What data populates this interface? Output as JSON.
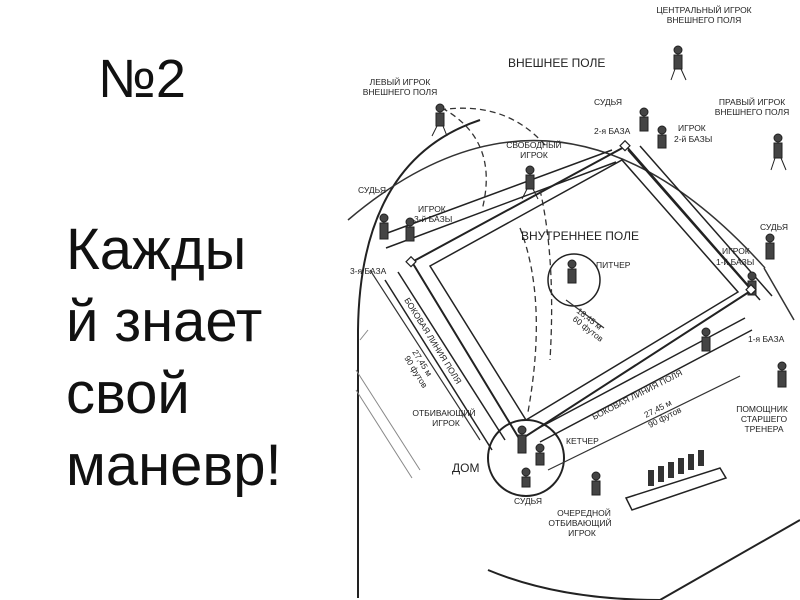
{
  "slide": {
    "number": "№2",
    "text_lines": [
      "Кажды",
      "й знает",
      "свой",
      "маневр!"
    ]
  },
  "diagram": {
    "outfield": "ВНЕШНЕЕ ПОЛЕ",
    "infield": "ВНУТРЕННЕЕ ПОЛЕ",
    "center_fielder": [
      "ЦЕНТРАЛЬНЫЙ ИГРОК",
      "ВНЕШНЕГО ПОЛЯ"
    ],
    "left_fielder": [
      "ЛЕВЫЙ ИГРОК",
      "ВНЕШНЕГО ПОЛЯ"
    ],
    "right_fielder": [
      "ПРАВЫЙ ИГРОК",
      "ВНЕШНЕГО ПОЛЯ"
    ],
    "umpire_top": "СУДЬЯ",
    "umpire_left": "СУДЬЯ",
    "umpire_right": "СУДЬЯ",
    "umpire_home": "СУДЬЯ",
    "second_baseman": [
      "ИГРОК",
      "2-й БАЗЫ"
    ],
    "second_base": "2-я БАЗА",
    "free_player": [
      "СВОБОДНЫЙ",
      "ИГРОК"
    ],
    "third_baseman": [
      "ИГРОК",
      "3-й БАЗЫ"
    ],
    "third_base": "3-я БАЗА",
    "first_baseman": [
      "ИГРОК",
      "1-й БАЗЫ"
    ],
    "first_base": "1-я БАЗА",
    "pitcher": "ПИТЧЕР",
    "pitch_distance": [
      "18,45 м",
      "60 футов"
    ],
    "foul_line_left": "БОКОВАЯ ЛИНИЯ ПОЛЯ",
    "foul_line_right": "БОКОВАЯ ЛИНИЯ ПОЛЯ",
    "dist_left": [
      "27,45 м",
      "90 футов"
    ],
    "dist_right": [
      "27,45 м",
      "90 футов"
    ],
    "batter": [
      "ОТБИВАЮЩИЙ",
      "ИГРОК"
    ],
    "catcher": "КЕТЧЕР",
    "home": "ДОМ",
    "on_deck": [
      "ОЧЕРЕДНОЙ",
      "ОТБИВАЮЩИЙ",
      "ИГРОК"
    ],
    "coach": [
      "ПОМОЩНИК",
      "СТАРШЕГО",
      "ТРЕНЕРА"
    ]
  }
}
